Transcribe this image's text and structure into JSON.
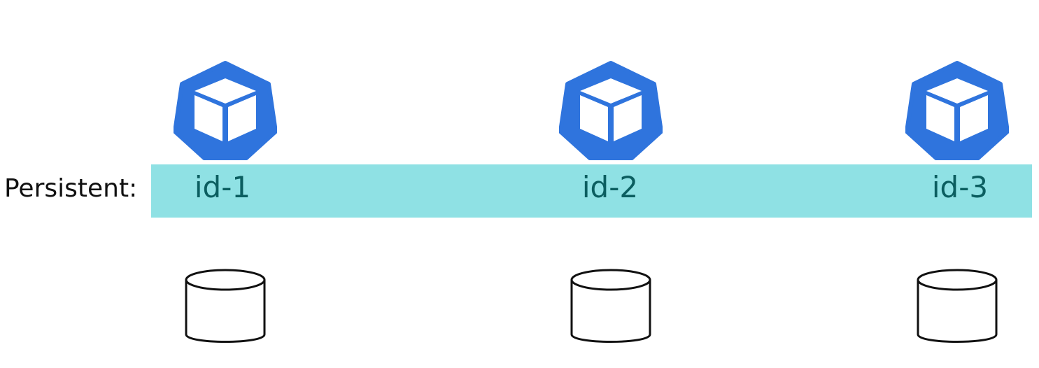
{
  "label": "Persistent:",
  "colors": {
    "band": "#8fe1e4",
    "id_text": "#0b5e60",
    "pod_fill": "#2f74dd",
    "cube_fill": "#ffffff",
    "db_stroke": "#111111"
  },
  "icons": {
    "pod": "kubernetes-pod-icon",
    "storage": "database-cylinder-icon"
  },
  "pods": [
    {
      "id": "id-1"
    },
    {
      "id": "id-2"
    },
    {
      "id": "id-3"
    }
  ]
}
